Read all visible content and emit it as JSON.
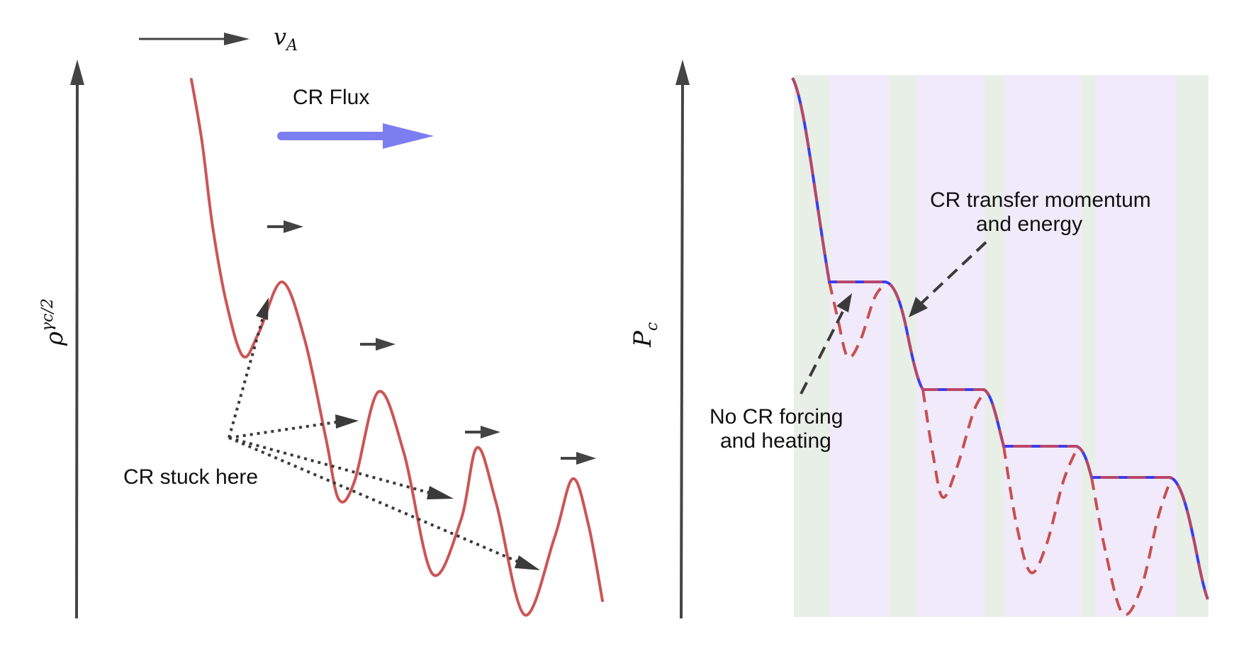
{
  "left_panel": {
    "y_axis_label": "ρ",
    "y_axis_exponent": "γc/2",
    "velocity_label_main": "v",
    "velocity_label_sub": "A",
    "flux_label": "CR Flux",
    "stuck_label": "CR stuck here"
  },
  "right_panel": {
    "y_axis_label_main": "P",
    "y_axis_label_sub": "c",
    "transfer_label_line1": "CR transfer momentum",
    "transfer_label_line2": "and energy",
    "noforce_label_line1": "No CR forcing",
    "noforce_label_line2": "and heating"
  },
  "colors": {
    "axis": "#444444",
    "curve_red": "#cc5555",
    "curve_blue": "#3b3bf0",
    "flux_arrow": "#7d7df2",
    "band_green": "#e8efe6",
    "band_purple": "#f1eafa",
    "annotation": "#3a3a3a"
  }
}
